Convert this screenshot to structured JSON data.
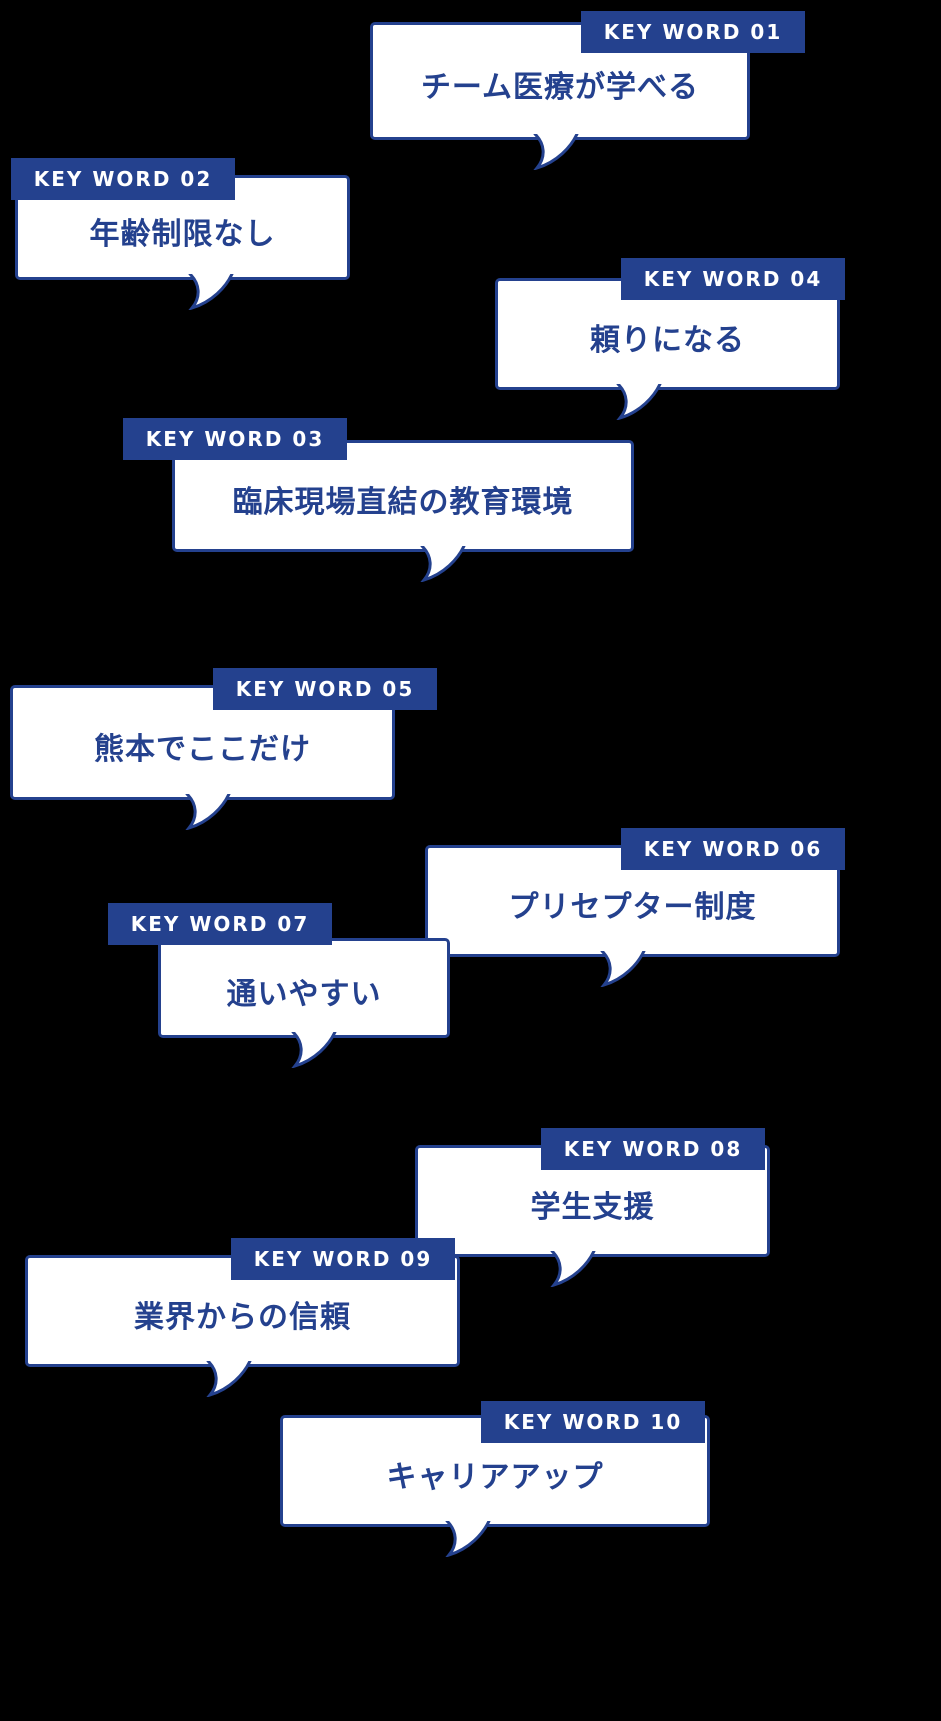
{
  "page": {
    "background_color": "#000000",
    "accent_color": "#24418e",
    "bubble_fill_color": "#ffffff"
  },
  "keywords": [
    {
      "tag": "KEY WORD 01",
      "text": "チーム医療が学べる"
    },
    {
      "tag": "KEY WORD 02",
      "text": "年齢制限なし"
    },
    {
      "tag": "KEY WORD 03",
      "text": "臨床現場直結の教育環境"
    },
    {
      "tag": "KEY WORD 04",
      "text": "頼りになる"
    },
    {
      "tag": "KEY WORD 05",
      "text": "熊本でここだけ"
    },
    {
      "tag": "KEY WORD 06",
      "text": "プリセプター制度"
    },
    {
      "tag": "KEY WORD 07",
      "text": "通いやすい"
    },
    {
      "tag": "KEY WORD 08",
      "text": "学生支援"
    },
    {
      "tag": "KEY WORD 09",
      "text": "業界からの信頼"
    },
    {
      "tag": "KEY WORD 10",
      "text": "キャリアアップ"
    }
  ]
}
